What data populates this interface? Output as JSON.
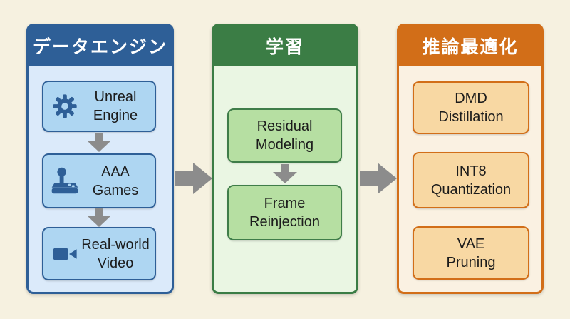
{
  "diagram": {
    "background": "#f6f1e0",
    "arrow_color": "#8c8c8c"
  },
  "columns": [
    {
      "title": "データエンジン",
      "accent": "#2e5f97",
      "body_bg": "#dbeafa",
      "node_bg": "#aed6f2",
      "items": [
        {
          "label": "Unreal\nEngine",
          "icon": "gear-icon"
        },
        {
          "label": "AAA\nGames",
          "icon": "joystick-icon"
        },
        {
          "label": "Real-world\nVideo",
          "icon": "video-camera-icon"
        }
      ]
    },
    {
      "title": "学習",
      "accent": "#3b7d45",
      "body_bg": "#eaf6e3",
      "node_bg": "#b6dfa2",
      "items": [
        {
          "label": "Residual\nModeling"
        },
        {
          "label": "Frame\nReinjection"
        }
      ]
    },
    {
      "title": "推論最適化",
      "accent": "#d26e18",
      "body_bg": "#faf1e2",
      "node_bg": "#f8d8a3",
      "items": [
        {
          "label": "DMD\nDistillation"
        },
        {
          "label": "INT8\nQuantization"
        },
        {
          "label": "VAE\nPruning"
        }
      ]
    }
  ]
}
